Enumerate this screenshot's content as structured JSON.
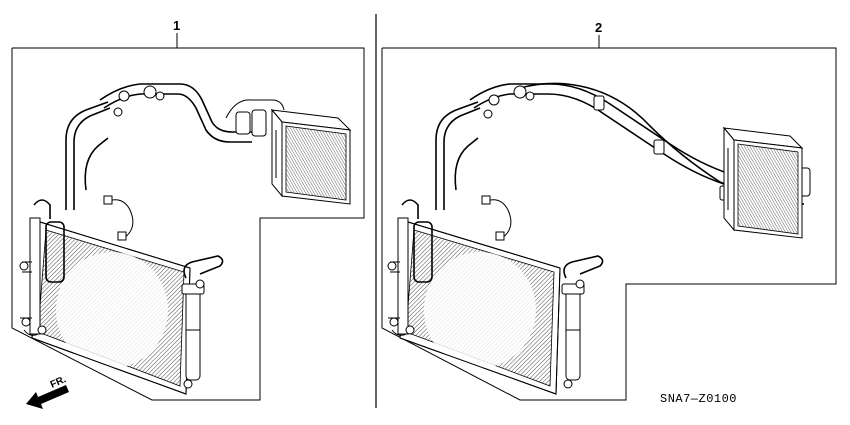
{
  "callouts": {
    "left": "1",
    "right": "2"
  },
  "direction_label": "FR.",
  "diagram_code": "SNA7—Z0100",
  "colors": {
    "ink": "#000000",
    "background": "#ffffff"
  }
}
